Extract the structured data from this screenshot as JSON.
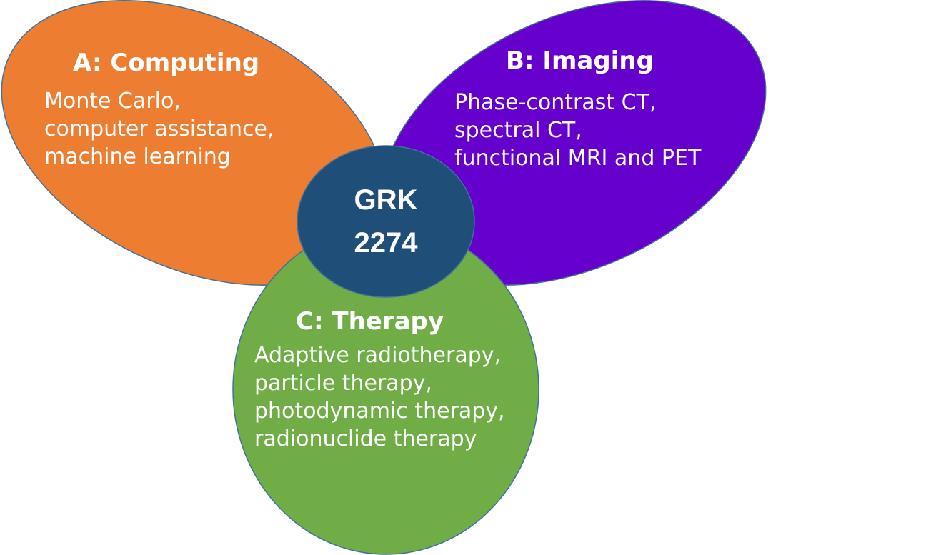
{
  "center": {
    "line1": "GRK",
    "line2": "2274",
    "color": "#1f4e79"
  },
  "areas": [
    {
      "title": "A: Computing",
      "lines": [
        "Monte Carlo,",
        "computer assistance,",
        "machine learning"
      ],
      "color": "#ed7d31"
    },
    {
      "title": "B: Imaging",
      "lines": [
        "Phase-contrast CT,",
        "spectral CT,",
        "functional MRI and PET"
      ],
      "color": "#6600cc"
    },
    {
      "title": "C: Therapy",
      "lines": [
        "Adaptive radiotherapy,",
        "particle therapy,",
        "photodynamic therapy,",
        "radionuclide therapy"
      ],
      "color": "#70ad47"
    }
  ]
}
